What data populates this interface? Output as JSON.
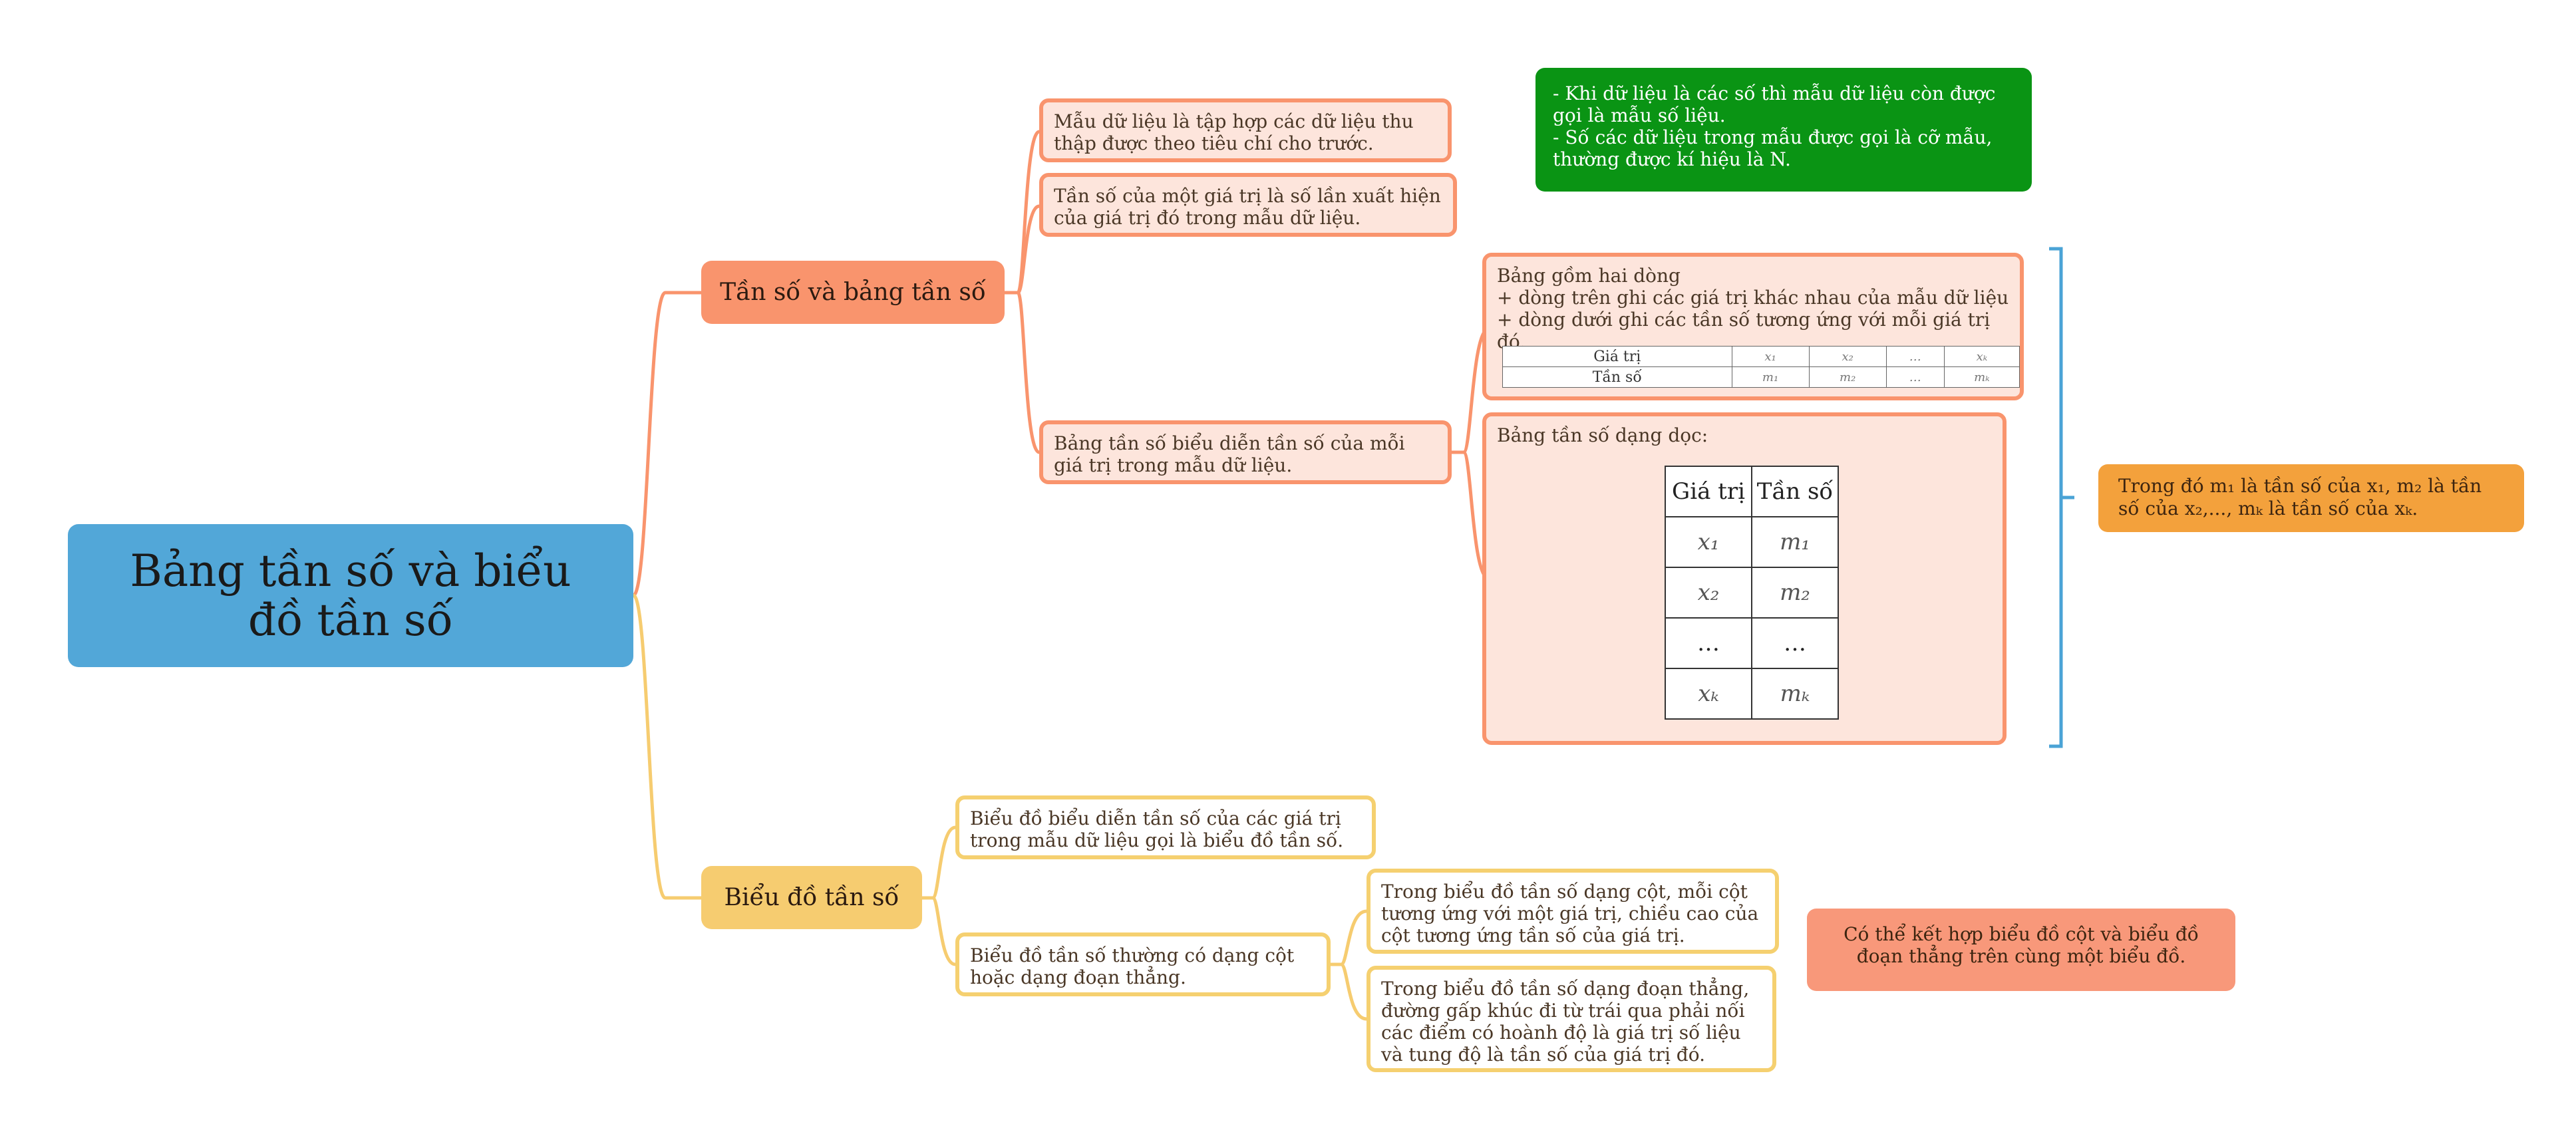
{
  "root": "Bảng tần số và biểu đồ tần số",
  "branch_freq": {
    "label": "Tần số và bảng tần số",
    "sample_def": "Mẫu dữ liệu là tập hợp các dữ liệu thu thập được theo tiêu chí cho trước.",
    "freq_def": "Tần số của một giá trị là số lần xuất hiện của giá trị đó trong mẫu dữ liệu.",
    "table_def": "Bảng tần số biểu diễn tần số của mỗi giá trị trong mẫu dữ liệu.",
    "note_green": [
      "- Khi dữ liệu là các số thì mẫu dữ liệu còn được gọi là mẫu số liệu.",
      "- Số các dữ liệu trong mẫu được gọi là cỡ mẫu, thường được kí hiệu là N."
    ],
    "horizontal_box": {
      "lines": [
        "Bảng gồm hai dòng",
        "+ dòng trên ghi các giá trị khác nhau của mẫu dữ liệu",
        "+ dòng dưới ghi các tần số tương ứng với mỗi giá trị đó."
      ],
      "table": {
        "row1_label": "Giá trị",
        "row2_label": "Tần số",
        "row1": [
          "x₁",
          "x₂",
          "…",
          "xₖ"
        ],
        "row2": [
          "m₁",
          "m₂",
          "…",
          "mₖ"
        ]
      }
    },
    "vertical_box": {
      "title": "Bảng tần số dạng dọc:",
      "headers": [
        "Giá trị",
        "Tần số"
      ],
      "rows": [
        [
          "x₁",
          "m₁"
        ],
        [
          "x₂",
          "m₂"
        ],
        [
          "…",
          "…"
        ],
        [
          "xₖ",
          "mₖ"
        ]
      ]
    },
    "note_orange": "Trong đó m₁ là tần số của x₁, m₂ là tần số của x₂,..., mₖ là tần số của xₖ."
  },
  "branch_chart": {
    "label": "Biểu đồ tần số",
    "chart_def": "Biểu đồ biểu diễn tần số của các giá trị trong mẫu dữ liệu gọi là biểu đồ tần số.",
    "chart_forms": "Biểu đồ tần số thường có dạng cột hoặc dạng đoạn thẳng.",
    "bar_desc": "Trong biểu đồ tần số dạng cột, mỗi cột tương ứng với một giá trị, chiều cao của cột tương ứng tần số của giá trị.",
    "line_desc": "Trong biểu đồ tần số dạng đoạn thẳng, đường gấp khúc đi từ trái qua phải nối các điểm có hoành độ là giá trị số liệu và tung độ là tần số của giá trị đó.",
    "combine_note": "Có thể kết hợp biểu đồ cột và biểu đồ đoạn thẳng trên cùng một biểu đồ."
  },
  "colors": {
    "root": "#52a7d8",
    "branch_freq": "#f9946d",
    "branch_chart": "#f6cc70",
    "green_note": "#0a9414",
    "orange_note": "#f3a13c",
    "bracket": "#4aa3d6"
  }
}
